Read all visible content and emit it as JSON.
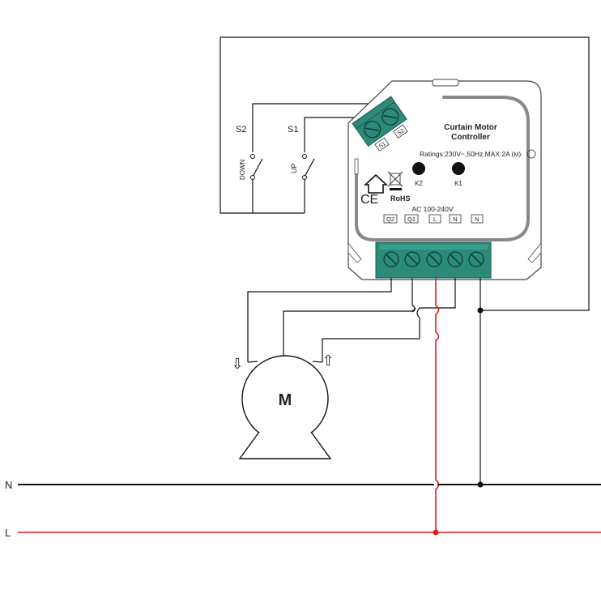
{
  "colors": {
    "live": "#e21b23",
    "neutral": "#111111",
    "terminal": "#2c8a78"
  },
  "switches": {
    "s2": {
      "label": "S2",
      "direction": "DOWN"
    },
    "s1": {
      "label": "S1",
      "direction": "UP"
    }
  },
  "controller": {
    "title_line1": "Curtain Motor",
    "title_line2": "Controller",
    "ratings": "Ratings:230V~,50Hz,MAX:2A (",
    "ratings_symbol": "M",
    "ratings_close": ")",
    "button_k2": "K2",
    "button_k1": "K1",
    "ce_mark": "CE",
    "rohs": "RoHS",
    "ac_range": "AC 100-240V",
    "terminals": [
      "Q2",
      "Q1",
      "L",
      "N",
      "N"
    ],
    "switch_terminals": [
      "S1",
      "S2"
    ]
  },
  "motor": {
    "label": "M",
    "down_arrow": "⇩",
    "up_arrow": "⇧"
  },
  "mains": {
    "neutral_label": "N",
    "live_label": "L"
  }
}
